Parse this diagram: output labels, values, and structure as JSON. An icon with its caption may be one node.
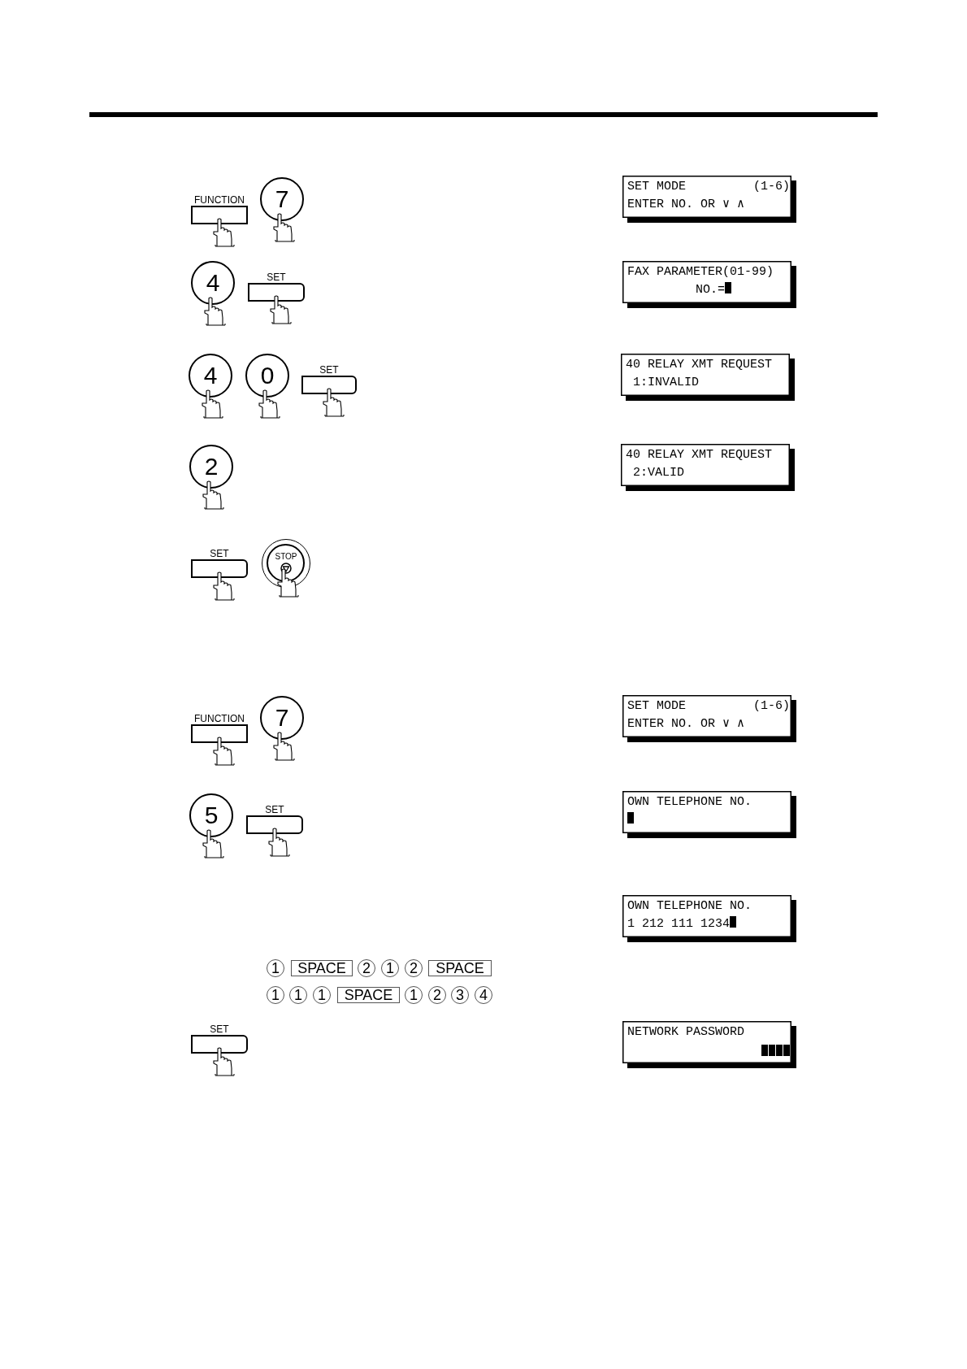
{
  "diagram": {
    "nodes": [
      {
        "text": [
          "FUNCTION"
        ]
      },
      {
        "text": [
          "7"
        ]
      },
      {
        "text": [
          "SET MODE",
          "(1-6)",
          "ENTER NO. OR ∨ ∧"
        ]
      },
      {
        "text": [
          "4"
        ]
      },
      {
        "text": [
          "SET"
        ]
      },
      {
        "text": [
          "FAX PARAMETER(01-99)",
          "NO.="
        ]
      },
      {
        "text": [
          "4"
        ]
      },
      {
        "text": [
          "0"
        ]
      },
      {
        "text": [
          "SET"
        ]
      },
      {
        "text": [
          "40 RELAY XMT REQUEST",
          "1:INVALID"
        ]
      },
      {
        "text": [
          "2"
        ]
      },
      {
        "text": [
          "40 RELAY XMT REQUEST",
          "2:VALID"
        ]
      },
      {
        "text": [
          "SET"
        ]
      },
      {
        "text": [
          "STOP"
        ]
      },
      {
        "text": [
          "FUNCTION"
        ]
      },
      {
        "text": [
          "7"
        ]
      },
      {
        "text": [
          "SET MODE",
          "(1-6)",
          "ENTER NO. OR ∨ ∧"
        ]
      },
      {
        "text": [
          "5"
        ]
      },
      {
        "text": [
          "SET"
        ]
      },
      {
        "text": [
          "OWN TELEPHONE NO."
        ]
      },
      {
        "text": [
          "OWN TELEPHONE NO.",
          "1 212 111 1234"
        ]
      },
      {
        "text": [
          "1"
        ]
      },
      {
        "text": [
          "SPACE"
        ]
      },
      {
        "text": [
          "2"
        ]
      },
      {
        "text": [
          "1"
        ]
      },
      {
        "text": [
          "2"
        ]
      },
      {
        "text": [
          "SPACE"
        ]
      },
      {
        "text": [
          "1"
        ]
      },
      {
        "text": [
          "1"
        ]
      },
      {
        "text": [
          "1"
        ]
      },
      {
        "text": [
          "SPACE"
        ]
      },
      {
        "text": [
          "1"
        ]
      },
      {
        "text": [
          "2"
        ]
      },
      {
        "text": [
          "3"
        ]
      },
      {
        "text": [
          "4"
        ]
      },
      {
        "text": [
          "SET"
        ]
      },
      {
        "text": [
          "NETWORK PASSWORD"
        ]
      }
    ]
  }
}
